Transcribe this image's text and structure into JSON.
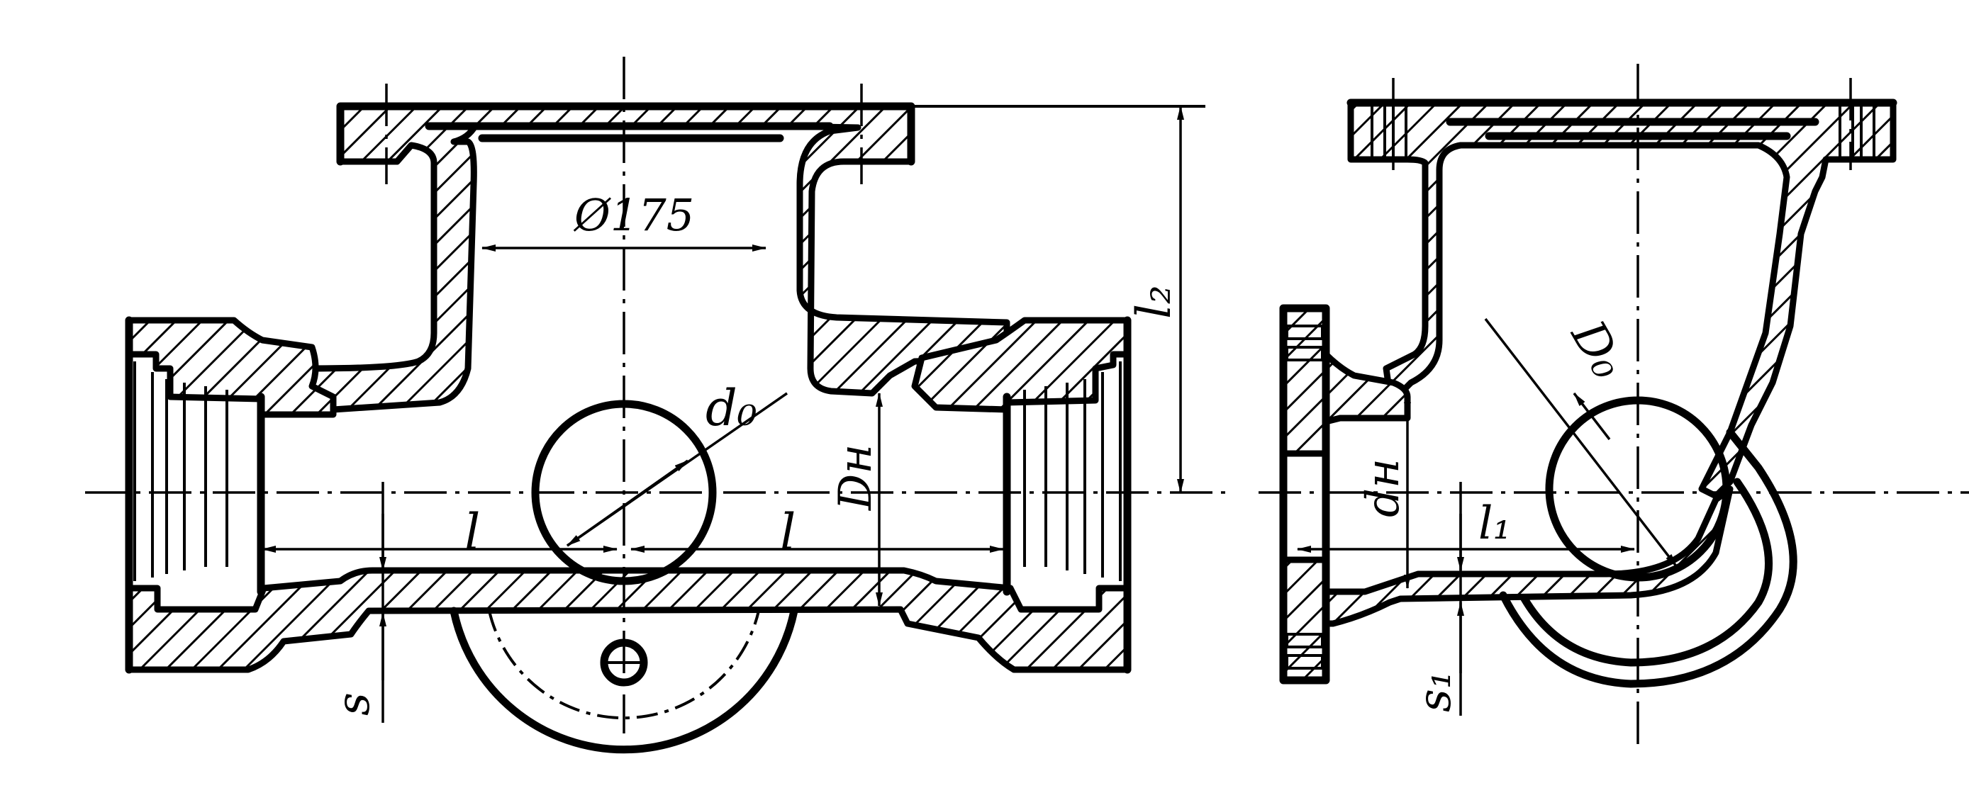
{
  "labels": {
    "diam": "Ø175",
    "d0": "d₀",
    "dh_left": "Dн",
    "l_a": "l",
    "l_b": "l",
    "s": "s",
    "l2": "l₂",
    "D0": "D₀",
    "dh_right": "dн",
    "l1": "l₁",
    "s1": "s₁"
  }
}
